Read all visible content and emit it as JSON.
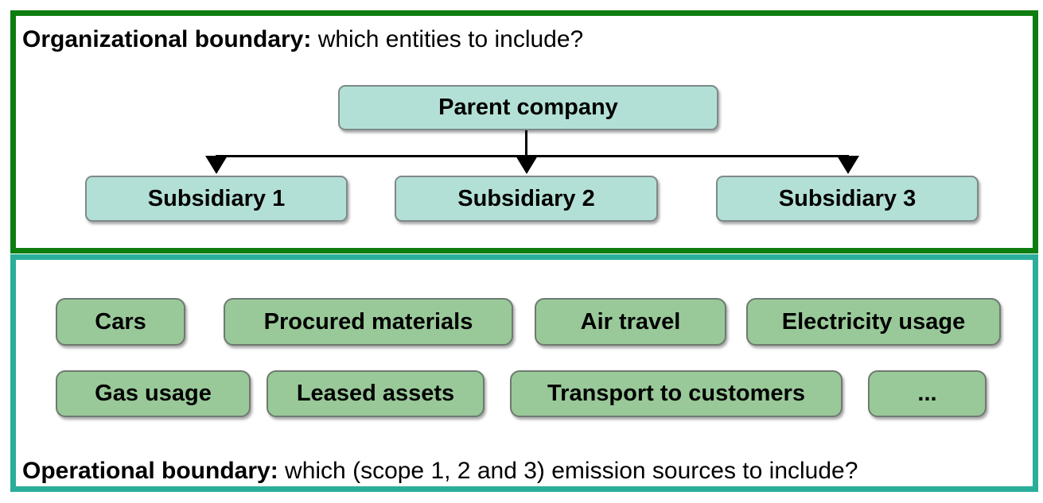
{
  "organizational": {
    "title_bold": "Organizational boundary:",
    "title_rest": " which entities to include?",
    "parent_label": "Parent company",
    "subsidiaries": [
      "Subsidiary 1",
      "Subsidiary 2",
      "Subsidiary 3"
    ]
  },
  "operational": {
    "title_bold": "Operational boundary:",
    "title_rest": " which (scope 1, 2 and 3) emission sources to include?",
    "sources_row1": [
      "Cars",
      "Procured materials",
      "Air travel",
      "Electricity usage"
    ],
    "sources_row2": [
      "Gas usage",
      "Leased assets",
      "Transport to customers",
      "..."
    ]
  },
  "colors": {
    "org_border": "#0d7d10",
    "op_border": "#2aae99",
    "entity_fill": "#b3e0d6",
    "source_fill": "#99c999",
    "node_border": "#7e8a89",
    "source_border": "#6e7a70",
    "arrow": "#000000"
  }
}
